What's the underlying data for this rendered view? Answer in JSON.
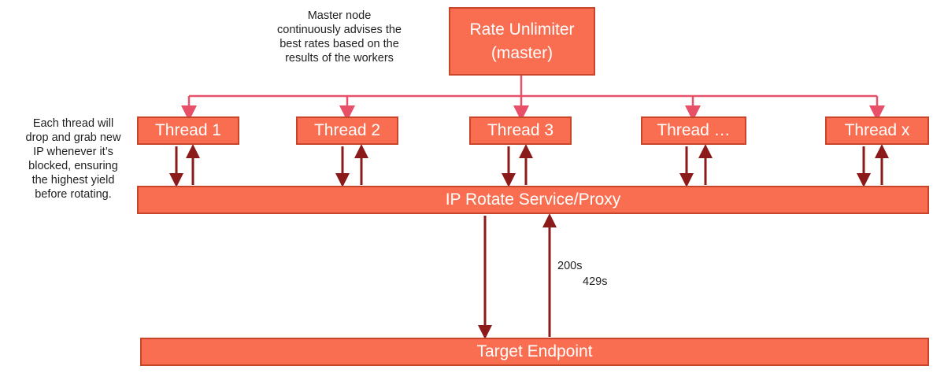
{
  "master": {
    "line1": "Rate Unlimiter",
    "line2": "(master)"
  },
  "master_note": [
    "Master node",
    "continuously advises the",
    "best rates based on the",
    "results of the workers"
  ],
  "thread_note": [
    "Each thread will",
    "drop and grab new",
    "IP whenever it’s",
    "blocked, ensuring",
    "the highest yield",
    "before rotating."
  ],
  "threads": [
    "Thread 1",
    "Thread 2",
    "Thread 3",
    "Thread …",
    "Thread x"
  ],
  "proxy_label": "IP Rotate Service/Proxy",
  "target_label": "Target Endpoint",
  "response_codes": [
    "200s",
    "429s"
  ],
  "colors": {
    "box_fill": "#f96e50",
    "box_border": "#c8452b",
    "pink_line": "#e8506a",
    "dark_arrow": "#8b1a1a"
  }
}
